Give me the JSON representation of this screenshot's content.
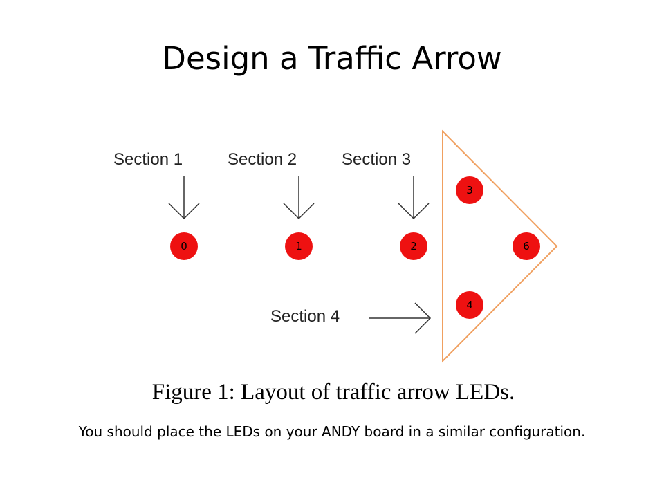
{
  "slide": {
    "title": "Design a Traffic Arrow",
    "note": "You should place the LEDs on your ANDY board in a similar configuration."
  },
  "figure": {
    "caption": "Figure 1: Layout of traffic arrow LEDs.",
    "sections": {
      "s1": "Section 1",
      "s2": "Section 2",
      "s3": "Section 3",
      "s4": "Section 4"
    },
    "leds": {
      "l0": "0",
      "l1": "1",
      "l2": "2",
      "l3": "3",
      "l4": "4",
      "l6": "6"
    },
    "colors": {
      "led_fill": "#ee1111",
      "arrow_outline": "#f0a060",
      "pointer_arrows": "#333333"
    }
  }
}
